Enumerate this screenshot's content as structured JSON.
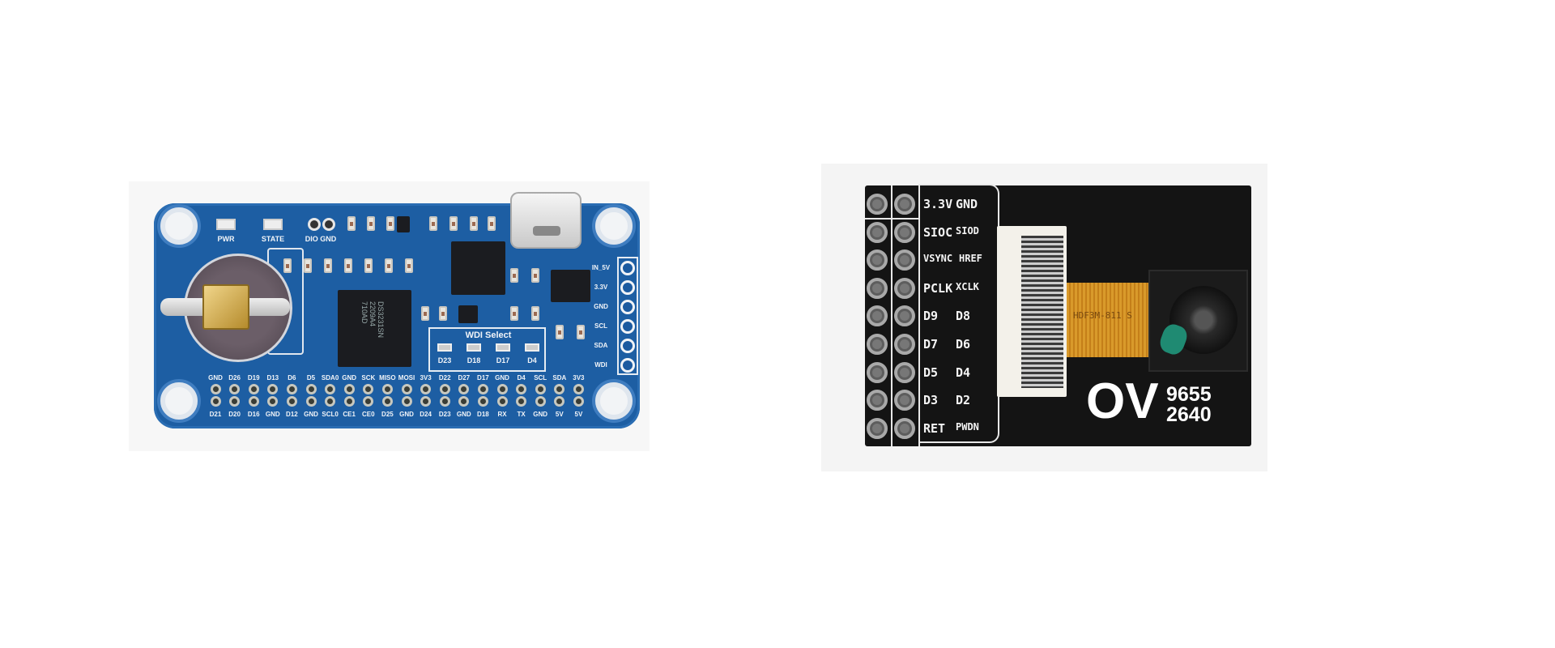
{
  "left_board": {
    "top_labels": [
      "PWR",
      "STATE",
      "DIO GND"
    ],
    "chip_marking": [
      "DS3231SN",
      "2209A4",
      "710AD"
    ],
    "wdi": {
      "title": "WDI Select",
      "options": [
        "D23",
        "D18",
        "D17",
        "D4"
      ]
    },
    "side_header": [
      "IN_5V",
      "3.3V",
      "GND",
      "SCL",
      "SDA",
      "WDI"
    ],
    "gpio_top": [
      "GND",
      "D26",
      "D19",
      "D13",
      "D6",
      "D5",
      "SDA0",
      "GND",
      "SCK",
      "MISO",
      "MOSI",
      "3V3",
      "D22",
      "D27",
      "D17",
      "GND",
      "D4",
      "SCL",
      "SDA",
      "3V3"
    ],
    "gpio_bottom": [
      "D21",
      "D20",
      "D16",
      "GND",
      "D12",
      "GND",
      "SCL0",
      "CE1",
      "CE0",
      "D25",
      "GND",
      "D24",
      "D23",
      "GND",
      "D18",
      "RX",
      "TX",
      "GND",
      "5V",
      "5V"
    ]
  },
  "right_board": {
    "pin_labels": [
      [
        "3.3V",
        "GND"
      ],
      [
        "SIOC",
        "SIOD"
      ],
      [
        "VSYNC",
        "HREF"
      ],
      [
        "PCLK",
        "XCLK"
      ],
      [
        "D9",
        "D8"
      ],
      [
        "D7",
        "D6"
      ],
      [
        "D5",
        "D4"
      ],
      [
        "D3",
        "D2"
      ],
      [
        "RET",
        "PWDN"
      ]
    ],
    "cable_marking": "HDF3M-811 S",
    "logo": "OV",
    "models": [
      "9655",
      "2640"
    ]
  },
  "colors": {
    "pcb_blue": "#1d5ea3",
    "pcb_black": "#141414",
    "gold": "#c9a43a",
    "flex": "#d99a2b",
    "lens_green": "#1f8a72"
  }
}
